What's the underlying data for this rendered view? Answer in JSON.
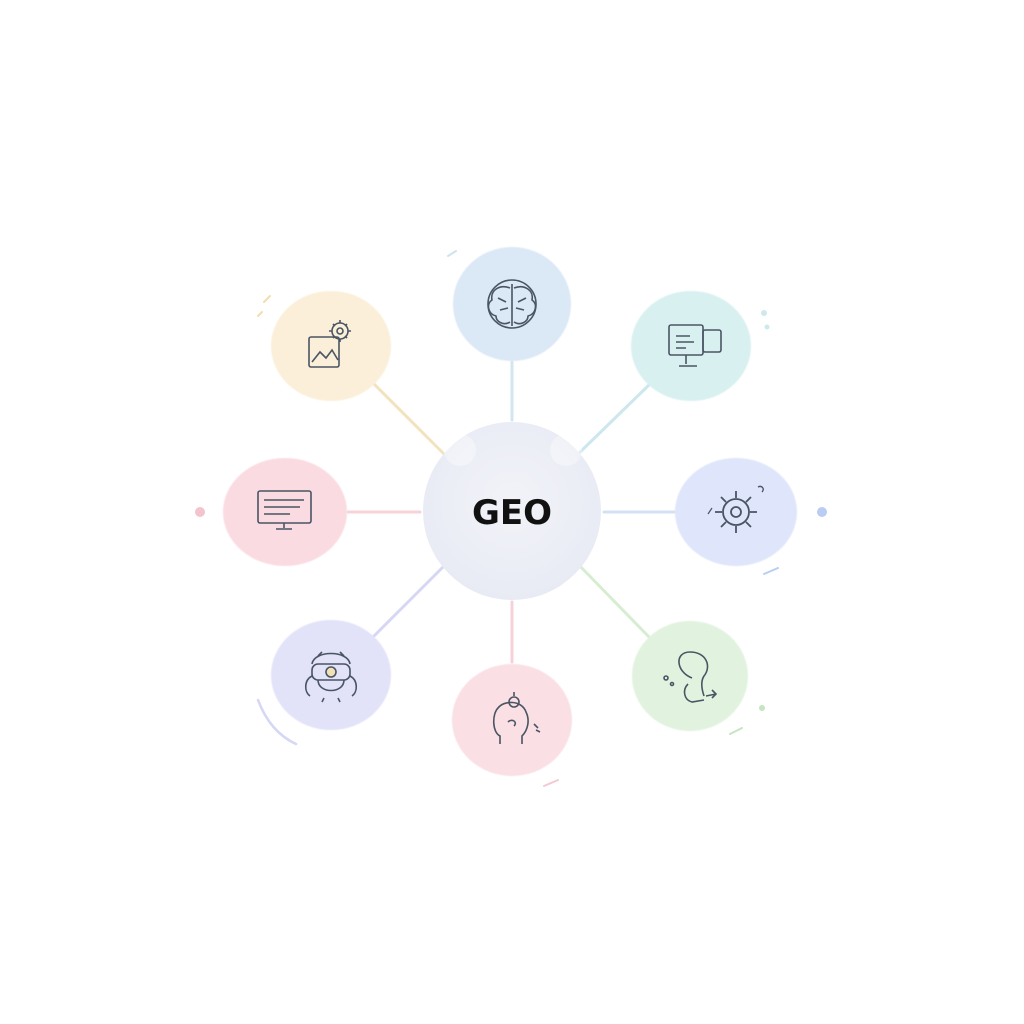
{
  "hub": {
    "label": "GEO"
  },
  "nodes": [
    {
      "name": "node-brain",
      "icon": "brain-icon",
      "fill": "#dbe8f6",
      "line": "#cfe3ee",
      "dot": "#cfe3ee"
    },
    {
      "name": "node-monitor-code",
      "icon": "monitor-code-icon",
      "fill": "#d9f0f1",
      "line": "#cfe8ee",
      "dot": "#cfe8ee"
    },
    {
      "name": "node-gear",
      "icon": "gear-icon",
      "fill": "#dfe6fb",
      "line": "#d3e0f4",
      "dot": "#b9cdf4"
    },
    {
      "name": "node-network",
      "icon": "network-node-icon",
      "fill": "#e1f3df",
      "line": "#d5ecd2",
      "dot": "#c6e6c2"
    },
    {
      "name": "node-idea-head",
      "icon": "idea-head-icon",
      "fill": "#fadfe4",
      "line": "#f4d3d9",
      "dot": "#f3c9d2"
    },
    {
      "name": "node-robot",
      "icon": "robot-icon",
      "fill": "#e2e2f9",
      "line": "#d6d7f3",
      "dot": "#c9cbef"
    },
    {
      "name": "node-monitor",
      "icon": "monitor-icon",
      "fill": "#fadbe1",
      "line": "#f5cfd6",
      "dot": "#f3c4ce"
    },
    {
      "name": "node-image-settings",
      "icon": "image-settings-icon",
      "fill": "#fbefd9",
      "line": "#f4e3bf",
      "dot": "#f3ddb2"
    }
  ]
}
